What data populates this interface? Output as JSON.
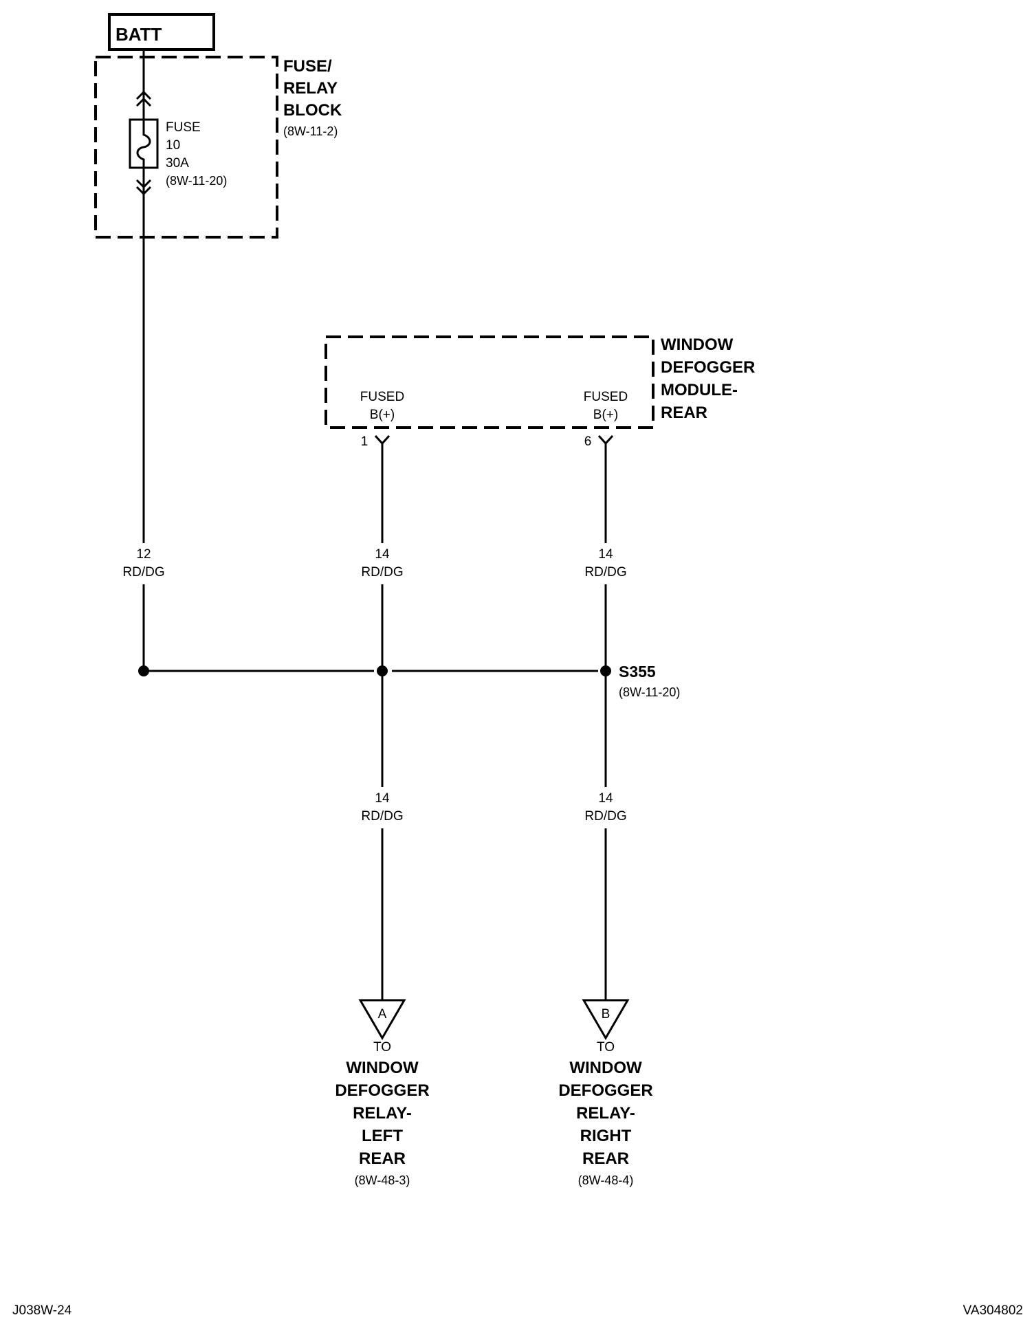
{
  "batt": {
    "label": "BATT"
  },
  "fuse_block": {
    "name_lines": [
      "FUSE/",
      "RELAY",
      "BLOCK"
    ],
    "ref": "(8W-11-2)",
    "fuse": {
      "lines": [
        "FUSE",
        "10",
        "30A",
        "(8W-11-20)"
      ]
    }
  },
  "module": {
    "name_lines": [
      "WINDOW",
      "DEFOGGER",
      "MODULE-",
      "REAR"
    ],
    "pins": [
      {
        "label1": "FUSED",
        "label2": "B(+)",
        "number": "1"
      },
      {
        "label1": "FUSED",
        "label2": "B(+)",
        "number": "6"
      }
    ]
  },
  "wires": {
    "batt_feed": {
      "gauge": "12",
      "color": "RD/DG"
    },
    "pin1_feed": {
      "gauge": "14",
      "color": "RD/DG"
    },
    "pin6_feed": {
      "gauge": "14",
      "color": "RD/DG"
    },
    "out_a": {
      "gauge": "14",
      "color": "RD/DG"
    },
    "out_b": {
      "gauge": "14",
      "color": "RD/DG"
    }
  },
  "splice": {
    "id": "S355",
    "ref": "(8W-11-20)"
  },
  "connectors": [
    {
      "letter": "A",
      "to": "TO",
      "name_lines": [
        "WINDOW",
        "DEFOGGER",
        "RELAY-",
        "LEFT",
        "REAR"
      ],
      "ref": "(8W-48-3)"
    },
    {
      "letter": "B",
      "to": "TO",
      "name_lines": [
        "WINDOW",
        "DEFOGGER",
        "RELAY-",
        "RIGHT",
        "REAR"
      ],
      "ref": "(8W-48-4)"
    }
  ],
  "footer": {
    "left": "J038W-24",
    "right": "VA304802"
  }
}
